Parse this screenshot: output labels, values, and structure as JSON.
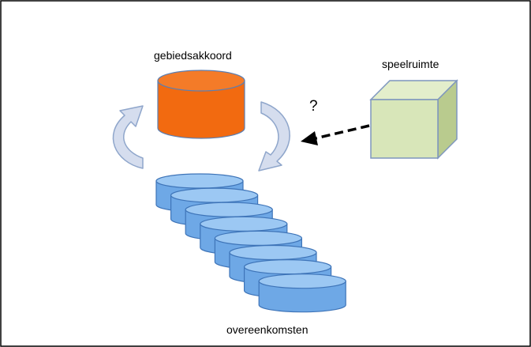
{
  "labels": {
    "top_cylinder": "gebiedsakkoord",
    "cube": "speelruimte",
    "question": "?",
    "stack": "overeenkomsten"
  },
  "colors": {
    "top_cylinder_fill": "#F26A10",
    "top_cylinder_top": "#F47B28",
    "top_cylinder_stroke": "#5B7FB3",
    "stack_fill": "#6EA8E6",
    "stack_top": "#9CC8F3",
    "stack_stroke": "#3E74B8",
    "cube_front": "#D8E6B9",
    "cube_top": "#E3EECB",
    "cube_side": "#B9CB8E",
    "cube_stroke": "#7E96BE",
    "cycle_arrow_fill": "#D5DDEE",
    "cycle_arrow_stroke": "#8FA6CB",
    "dashed_arrow": "#000000"
  },
  "stack_count": 8
}
